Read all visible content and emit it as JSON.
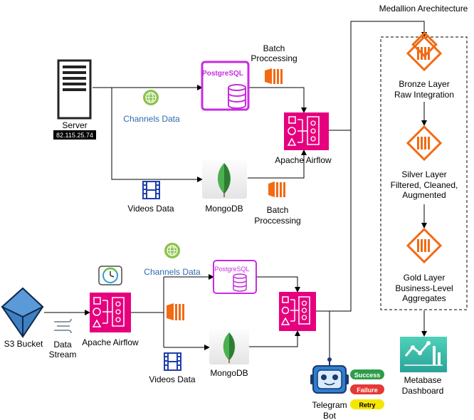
{
  "title": "Medallion Arechitecture",
  "server": {
    "label": "Server",
    "ip": "82.115.25.74"
  },
  "top": {
    "channels_label": "Channels Data",
    "videos_label": "Videos Data",
    "postgres_label": "PostgreSQL",
    "mongodb_label": "MongoDB",
    "batch_top": [
      "Batch",
      "Proccessing"
    ],
    "batch_bottom": [
      "Batch",
      "Proccessing"
    ],
    "airflow_label": "Apache Airflow"
  },
  "bottom": {
    "s3_label": "S3 Bucket",
    "stream_label": [
      "Data",
      "Stream"
    ],
    "airflow_label": "Apache Airflow",
    "channels_label": "Channels Data",
    "videos_label": "Videos Data",
    "postgres_label": "PostgreSQL",
    "mongodb_label": "MongoDB"
  },
  "layers": {
    "bronze": [
      "Bronze Layer",
      "Raw Integration"
    ],
    "silver": [
      "Silver Layer",
      "Filtered, Cleaned,",
      "Augmented"
    ],
    "gold": [
      "Gold Layer",
      "Business-Level",
      "Aggregates"
    ]
  },
  "metabase": [
    "Metabase",
    "Dashboard"
  ],
  "telegram": {
    "label": [
      "Telegram",
      "Bot"
    ],
    "badges": [
      "Success",
      "Failure",
      "Retry"
    ]
  },
  "colors": {
    "airflow": "#e6007e",
    "postgres": "#c72ce0",
    "orange": "#f26a13",
    "metabase": "#3cbfae",
    "s3": "#2f6fb5",
    "success": "#2e9d48",
    "failure": "#e53935",
    "retry": "#f5e600"
  }
}
